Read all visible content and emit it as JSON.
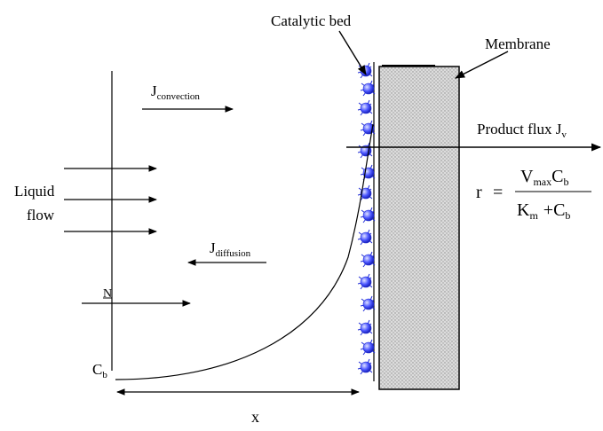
{
  "labels": {
    "catalytic_bed": "Catalytic bed",
    "membrane": "Membrane",
    "product_flux": "Product flux J",
    "product_flux_sub": "v",
    "j_convection": "J",
    "j_convection_sub": "convection",
    "j_diffusion": "J",
    "j_diffusion_sub": "diffusion",
    "liquid": "Liquid",
    "flow": "flow",
    "n": "N",
    "cb": "C",
    "cb_sub": "b",
    "x": "x"
  },
  "equation": {
    "lhs": "r",
    "equals": "=",
    "num_v": "V",
    "num_v_sub": "max",
    "num_c": "C",
    "num_c_sub": "b",
    "den_k": "K",
    "den_k_sub": "m",
    "den_plus": "+",
    "den_c": "C",
    "den_c_sub": "b"
  },
  "colors": {
    "line": "#000000",
    "membrane_fill": "#d9d9d9",
    "membrane_dot": "#8a8a8a",
    "catalyst_blue": "#1f2bd6",
    "catalyst_light": "#aab0ff"
  }
}
